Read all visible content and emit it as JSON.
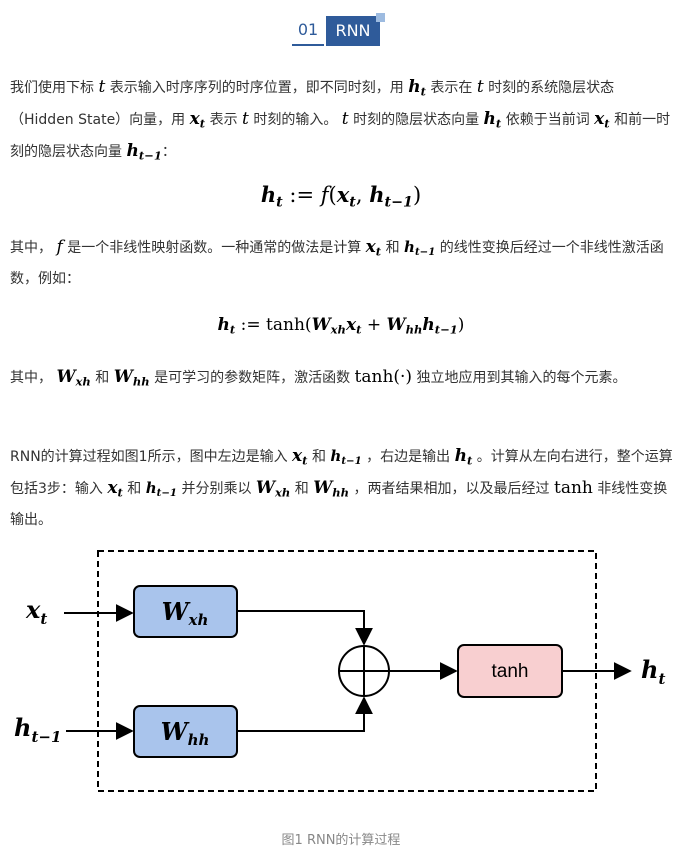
{
  "section": {
    "number": "01",
    "title": "RNN"
  },
  "p1": {
    "a": "我们使用下标 ",
    "b": " 表示输入时序序列的时序位置，即不同时刻，用 ",
    "c": " 表示在 ",
    "d": " 时刻的系统隐层状态（Hidden State）向量，用 ",
    "e": " 表示 ",
    "f": " 时刻的输入。 ",
    "g": " 时刻的隐层状态向量 ",
    "h": " 依赖于当前词 ",
    "i": " 和前一时刻的隐层状态向量 ",
    "j": "："
  },
  "p2": {
    "a": "其中， ",
    "b": " 是一个非线性映射函数。一种通常的做法是计算 ",
    "c": " 和 ",
    "d": " 的线性变换后经过一个非线性激活函数，例如："
  },
  "p3": {
    "a": "其中， ",
    "b": " 和 ",
    "c": " 是可学习的参数矩阵，激活函数 ",
    "d": " 独立地应用到其输入的每个元素。"
  },
  "p4": {
    "a": "RNN的计算过程如图1所示，图中左边是输入 ",
    "b": " 和 ",
    "c": " ，右边是输出 ",
    "d": " 。计算从左向右进行，整个运算包括3步：输入 ",
    "e": " 和 ",
    "f": " 并分别乘以 ",
    "g": " 和 ",
    "h": " ，两者结果相加，以及最后经过 ",
    "i": " 非线性变换输出。"
  },
  "sym": {
    "t": "t",
    "h": "h",
    "x": "x",
    "W": "W",
    "f": "f",
    "sub_t": "t",
    "sub_tm1": "t−1",
    "sub_xh": "xh",
    "sub_hh": "hh",
    "tanh": "tanh",
    "tanh_dot": "tanh(·)",
    "assign": " := ",
    "plus": " + ",
    "lp": "(",
    "rp": ")",
    "comma": ", "
  },
  "diagram": {
    "in_x": "x",
    "in_x_sub": "t",
    "in_h": "h",
    "in_h_sub": "t−1",
    "w_top": "W",
    "w_top_sub": "xh",
    "w_bot": "W",
    "w_bot_sub": "hh",
    "act": "tanh",
    "out": "h",
    "out_sub": "t",
    "colors": {
      "w_fill": "#a9c4ec",
      "tanh_fill": "#f8cfd0",
      "stroke": "#000000"
    }
  },
  "caption": "图1 RNN的计算过程"
}
